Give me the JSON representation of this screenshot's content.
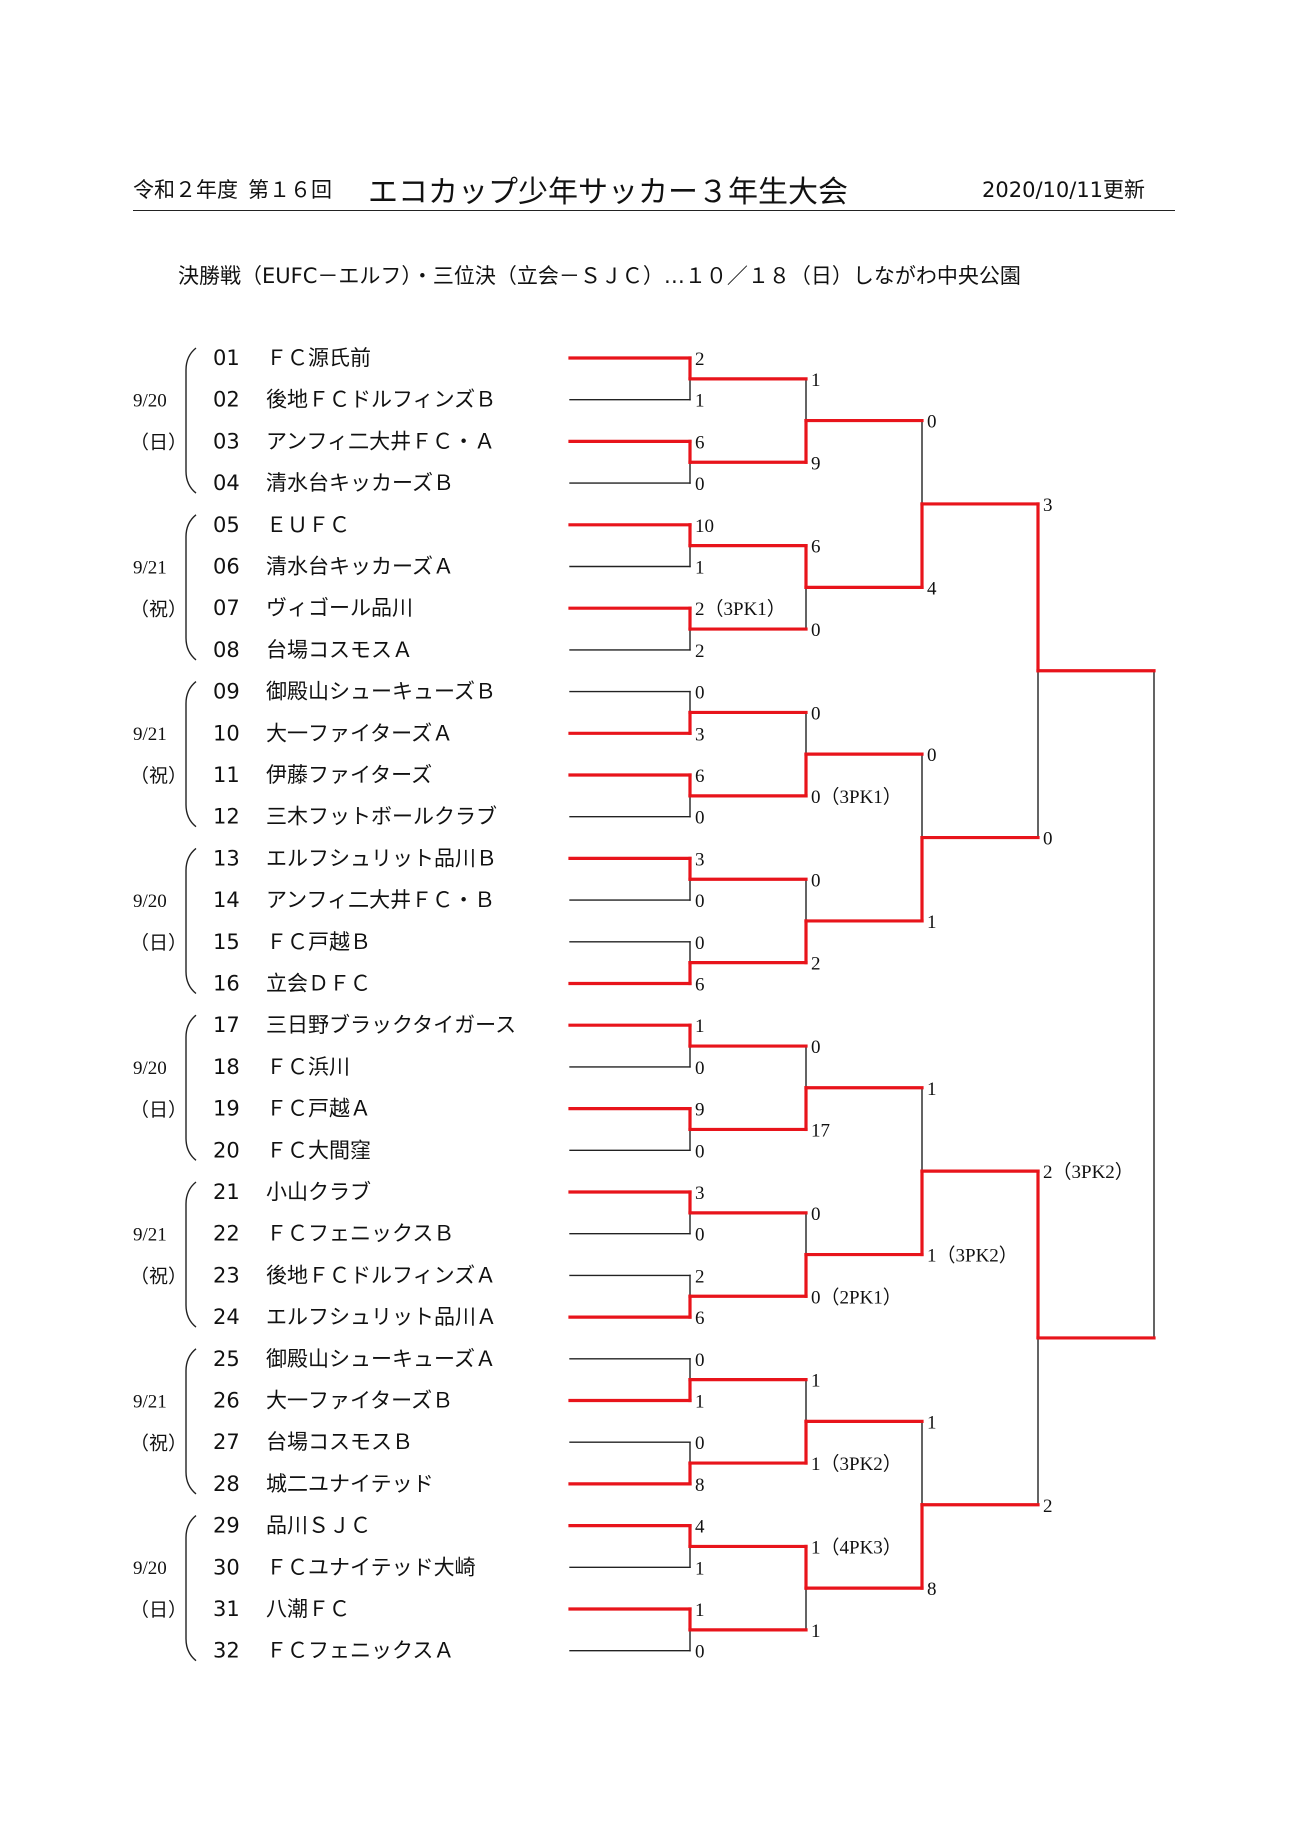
{
  "header": {
    "year_label": "令和２年度",
    "round_label": "第１６回",
    "title": "エコカップ少年サッカー３年生大会",
    "updated": "2020/10/11更新"
  },
  "subtitle": "決勝戦（EUFC－エルフ）・三位決（立会－ＳＪＣ）…１０／１８（日）しながわ中央公園",
  "colors": {
    "winner_line": "#e8141b",
    "line": "#222222"
  },
  "groups": [
    {
      "date": "9/20",
      "day": "（日）"
    },
    {
      "date": "9/21",
      "day": "（祝）"
    },
    {
      "date": "9/21",
      "day": "（祝）"
    },
    {
      "date": "9/20",
      "day": "（日）"
    },
    {
      "date": "9/20",
      "day": "（日）"
    },
    {
      "date": "9/21",
      "day": "（祝）"
    },
    {
      "date": "9/21",
      "day": "（祝）"
    },
    {
      "date": "9/20",
      "day": "（日）"
    }
  ],
  "teams": [
    {
      "num": "01",
      "name": "ＦＣ源氏前"
    },
    {
      "num": "02",
      "name": "後地ＦＣドルフィンズＢ"
    },
    {
      "num": "03",
      "name": "アンフィ二大井ＦＣ・Ａ"
    },
    {
      "num": "04",
      "name": "清水台キッカーズＢ"
    },
    {
      "num": "05",
      "name": "ＥＵＦＣ"
    },
    {
      "num": "06",
      "name": "清水台キッカーズＡ"
    },
    {
      "num": "07",
      "name": "ヴィゴール品川"
    },
    {
      "num": "08",
      "name": "台場コスモスＡ"
    },
    {
      "num": "09",
      "name": "御殿山シューキューズＢ"
    },
    {
      "num": "10",
      "name": "大一ファイターズＡ"
    },
    {
      "num": "11",
      "name": "伊藤ファイターズ"
    },
    {
      "num": "12",
      "name": "三木フットボールクラブ"
    },
    {
      "num": "13",
      "name": "エルフシュリット品川Ｂ"
    },
    {
      "num": "14",
      "name": "アンフィ二大井ＦＣ・Ｂ"
    },
    {
      "num": "15",
      "name": "ＦＣ戸越Ｂ"
    },
    {
      "num": "16",
      "name": "立会ＤＦＣ"
    },
    {
      "num": "17",
      "name": "三日野ブラックタイガース"
    },
    {
      "num": "18",
      "name": "ＦＣ浜川"
    },
    {
      "num": "19",
      "name": "ＦＣ戸越Ａ"
    },
    {
      "num": "20",
      "name": "ＦＣ大間窪"
    },
    {
      "num": "21",
      "name": "小山クラブ"
    },
    {
      "num": "22",
      "name": "ＦＣフェニックスＢ"
    },
    {
      "num": "23",
      "name": "後地ＦＣドルフィンズＡ"
    },
    {
      "num": "24",
      "name": "エルフシュリット品川Ａ"
    },
    {
      "num": "25",
      "name": "御殿山シューキューズＡ"
    },
    {
      "num": "26",
      "name": "大一ファイターズＢ"
    },
    {
      "num": "27",
      "name": "台場コスモスＢ"
    },
    {
      "num": "28",
      "name": "城二ユナイテッド"
    },
    {
      "num": "29",
      "name": "品川ＳＪＣ"
    },
    {
      "num": "30",
      "name": "ＦＣユナイテッド大崎"
    },
    {
      "num": "31",
      "name": "八潮ＦＣ"
    },
    {
      "num": "32",
      "name": "ＦＣフェニックスＡ"
    }
  ],
  "rounds": [
    [
      {
        "scores": [
          "2",
          "1"
        ],
        "winner": 0
      },
      {
        "scores": [
          "6",
          "0"
        ],
        "winner": 0
      },
      {
        "scores": [
          "10",
          "1"
        ],
        "winner": 0
      },
      {
        "scores": [
          "2（3PK1）",
          "2"
        ],
        "winner": 0
      },
      {
        "scores": [
          "0",
          "3"
        ],
        "winner": 1
      },
      {
        "scores": [
          "6",
          "0"
        ],
        "winner": 0
      },
      {
        "scores": [
          "3",
          "0"
        ],
        "winner": 0
      },
      {
        "scores": [
          "0",
          "6"
        ],
        "winner": 1
      },
      {
        "scores": [
          "1",
          "0"
        ],
        "winner": 0
      },
      {
        "scores": [
          "9",
          "0"
        ],
        "winner": 0
      },
      {
        "scores": [
          "3",
          "0"
        ],
        "winner": 0
      },
      {
        "scores": [
          "2",
          "6"
        ],
        "winner": 1
      },
      {
        "scores": [
          "0",
          "1"
        ],
        "winner": 1
      },
      {
        "scores": [
          "0",
          "8"
        ],
        "winner": 1
      },
      {
        "scores": [
          "4",
          "1"
        ],
        "winner": 0
      },
      {
        "scores": [
          "1",
          "0"
        ],
        "winner": 0
      }
    ],
    [
      {
        "scores": [
          "1",
          "9"
        ],
        "winner": 1
      },
      {
        "scores": [
          "6",
          "0"
        ],
        "winner": 0
      },
      {
        "scores": [
          "0",
          "0（3PK1）"
        ],
        "winner": 1
      },
      {
        "scores": [
          "0",
          "2"
        ],
        "winner": 1
      },
      {
        "scores": [
          "0",
          "17"
        ],
        "winner": 1
      },
      {
        "scores": [
          "0",
          "0（2PK1）"
        ],
        "winner": 1
      },
      {
        "scores": [
          "1",
          "1（3PK2）"
        ],
        "winner": 1
      },
      {
        "scores": [
          "1（4PK3）",
          "1"
        ],
        "winner": 0
      }
    ],
    [
      {
        "scores": [
          "0",
          "4"
        ],
        "winner": 1
      },
      {
        "scores": [
          "0",
          "1"
        ],
        "winner": 1
      },
      {
        "scores": [
          "1",
          "1（3PK2）"
        ],
        "winner": 1
      },
      {
        "scores": [
          "1",
          "8"
        ],
        "winner": 1
      }
    ],
    [
      {
        "scores": [
          "3",
          "0"
        ],
        "winner": 0
      },
      {
        "scores": [
          "2（3PK2）",
          "2"
        ],
        "winner": 0
      }
    ]
  ]
}
